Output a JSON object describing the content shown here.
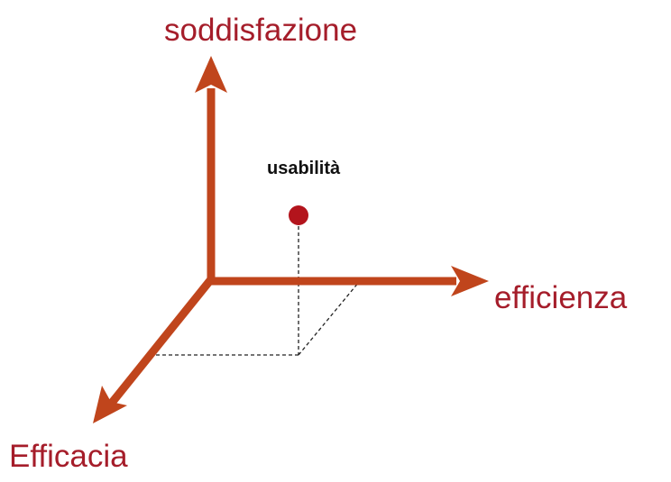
{
  "axes": {
    "y_label": "soddisfazione",
    "x_label": "efficienza",
    "z_label": "Efficacia"
  },
  "point": {
    "label": "usabilità"
  },
  "colors": {
    "axis": "#c0451c",
    "label": "#a51d2a",
    "point": "#b3141c",
    "point_label": "#111111",
    "projection": "#222222"
  }
}
